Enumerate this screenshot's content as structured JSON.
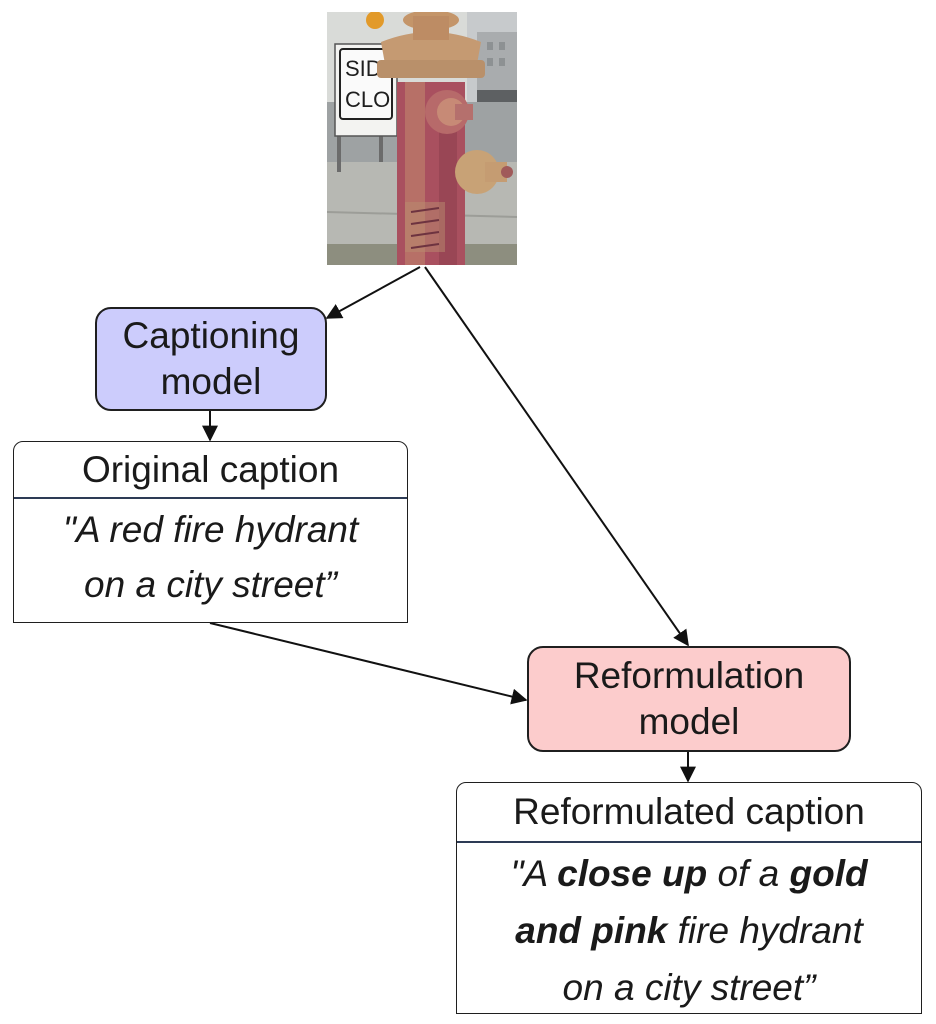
{
  "captioning_model": {
    "line1": "Captioning",
    "line2": "model"
  },
  "reformulation_model": {
    "line1": "Reformulation",
    "line2": "model"
  },
  "original_caption": {
    "header": "Original caption",
    "line1": "\"A red fire hydrant",
    "line2": "on a city street”"
  },
  "reformulated_caption": {
    "header": "Reformulated caption",
    "l1_a": "\"A ",
    "l1_b": "close up",
    "l1_c": " of a ",
    "l1_d": "gold",
    "l2_a": "and pink",
    "l2_b": " fire hydrant",
    "l3": "on a city street”"
  },
  "photo_sign": {
    "line1": "SID",
    "line2": "CLO"
  },
  "colors": {
    "captioning_fill": "#ccccfc",
    "reformulation_fill": "#fccccc",
    "hydrant_pink": "#b5516b",
    "hydrant_gold": "#b59a55"
  }
}
